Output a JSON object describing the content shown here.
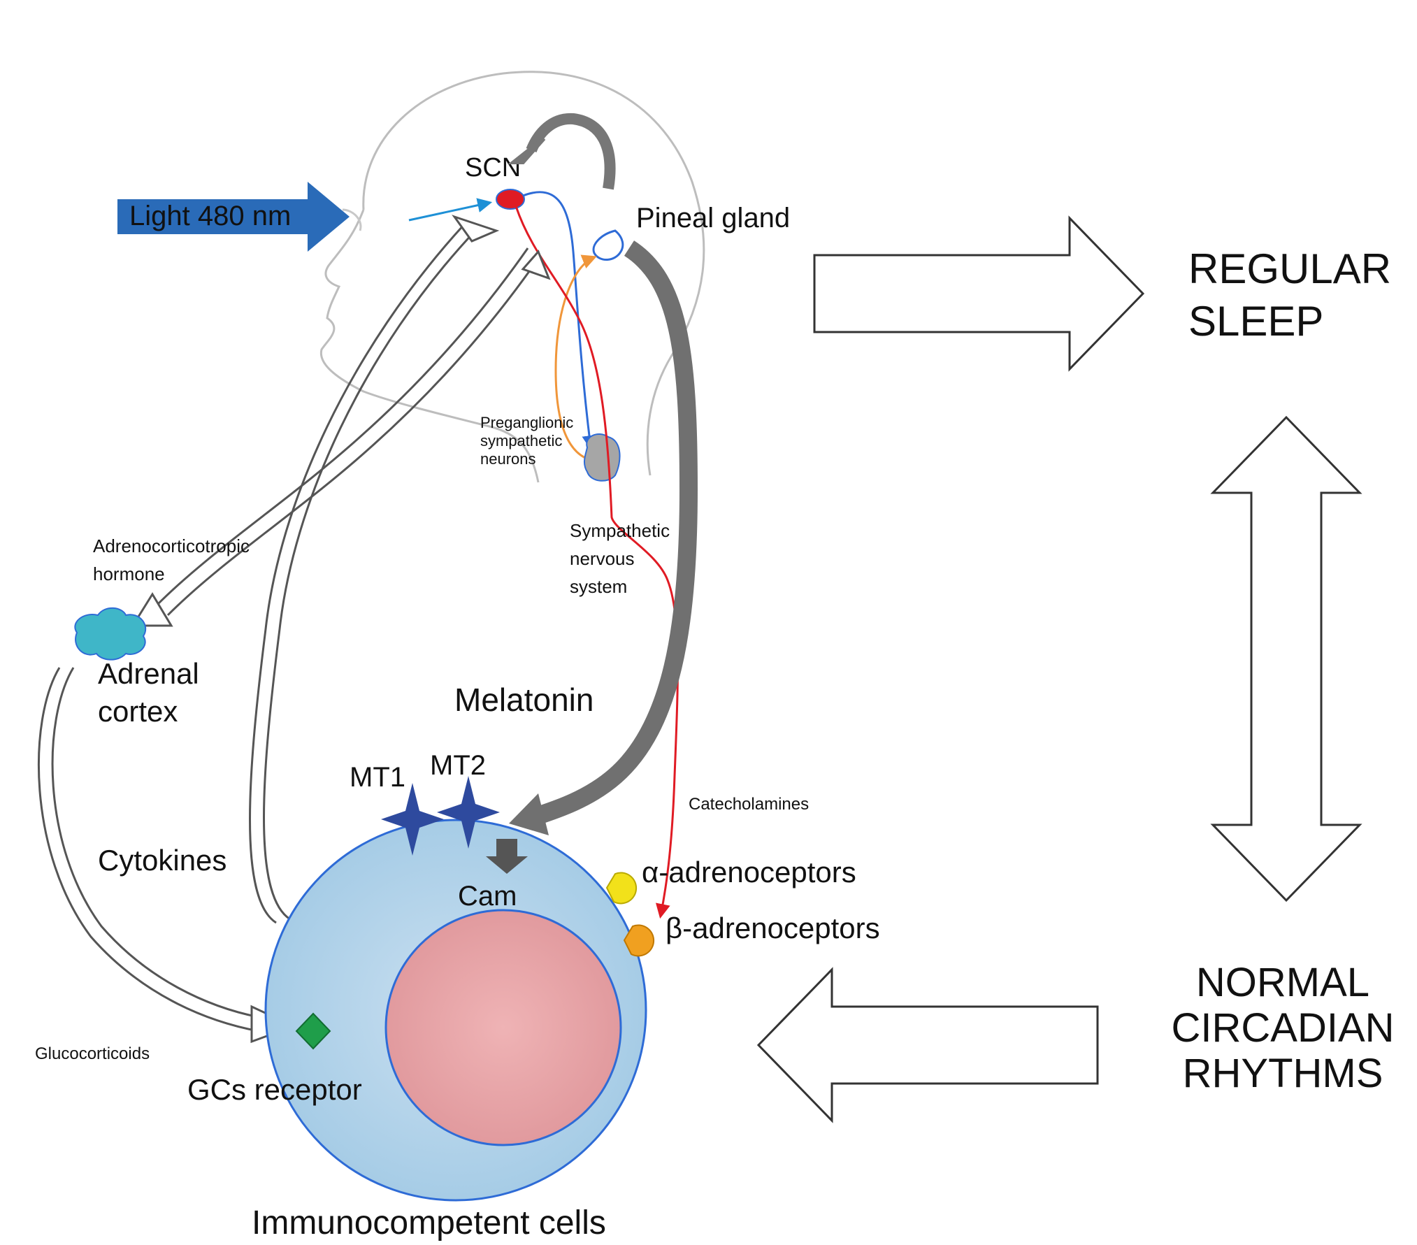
{
  "labels": {
    "light": "Light 480 nm",
    "scn": "SCN",
    "pineal": "Pineal gland",
    "preganglionic_1": "Preganglionic",
    "preganglionic_2": "sympathetic",
    "preganglionic_3": "neurons",
    "sympathetic_1": "Sympathetic",
    "sympathetic_2": "nervous",
    "sympathetic_3": "system",
    "acth_1": "Adrenocorticotropic",
    "acth_2": "hormone",
    "adrenal_1": "Adrenal",
    "adrenal_2": "cortex",
    "melatonin": "Melatonin",
    "mt1": "MT1",
    "mt2": "MT2",
    "catecholamines": "Catecholamines",
    "cytokines": "Cytokines",
    "cam": "Cam",
    "alpha": "α-adrenoceptors",
    "beta": "β-adrenoceptors",
    "glucocorticoids": "Glucocorticoids",
    "gcs_receptor": "GCs receptor",
    "immuno": "Immunocompetent cells",
    "regular_1": "REGULAR",
    "regular_2": "SLEEP",
    "normal_1": "NORMAL",
    "normal_2": "CIRCADIAN",
    "normal_3": "RHYTHMS"
  },
  "colors": {
    "light_arrow": "#2a6bb8",
    "scn": "#e01b24",
    "cell_outer": "#a9cfe6",
    "cell_nucleus": "#e8a3a6",
    "adrenal": "#3fb6c8",
    "receptor_mt": "#2e4a9e",
    "alpha_receptor": "#f2e11a",
    "beta_receptor": "#f0a020",
    "gcs_receptor": "#1f9e4a",
    "melatonin_arrow": "#6a6a6a",
    "sympathetic_line": "#e01b24",
    "blue_line": "#2e6bd6",
    "orange_line": "#f0963a"
  }
}
